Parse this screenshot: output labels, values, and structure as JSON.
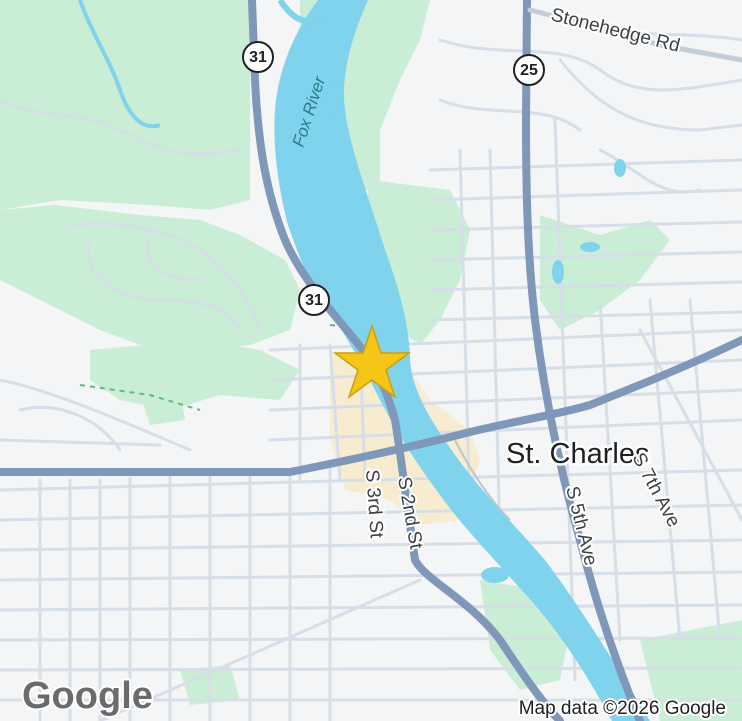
{
  "labels": {
    "fox_river": "Fox River",
    "stonehedge_rd": "Stonehedge Rd",
    "city": "St. Charles",
    "s_3rd_st": "S 3rd St",
    "s_2nd_st": "S 2nd St",
    "s_5th_ave": "S 5th Ave",
    "s_7th_ave": "S 7th Ave"
  },
  "shields": {
    "route_31_north": "31",
    "route_31_south": "31",
    "route_25": "25"
  },
  "branding": {
    "logo": "Google",
    "attribution": "Map data ©2026 Google"
  },
  "colors": {
    "land": "#f1f3f4",
    "park": "#c8eed4",
    "water": "#7fd3ec",
    "highway": "#7f97b9",
    "street": "#d3dce6",
    "downtown": "#f7ecd0",
    "marker": "#f5c518"
  }
}
